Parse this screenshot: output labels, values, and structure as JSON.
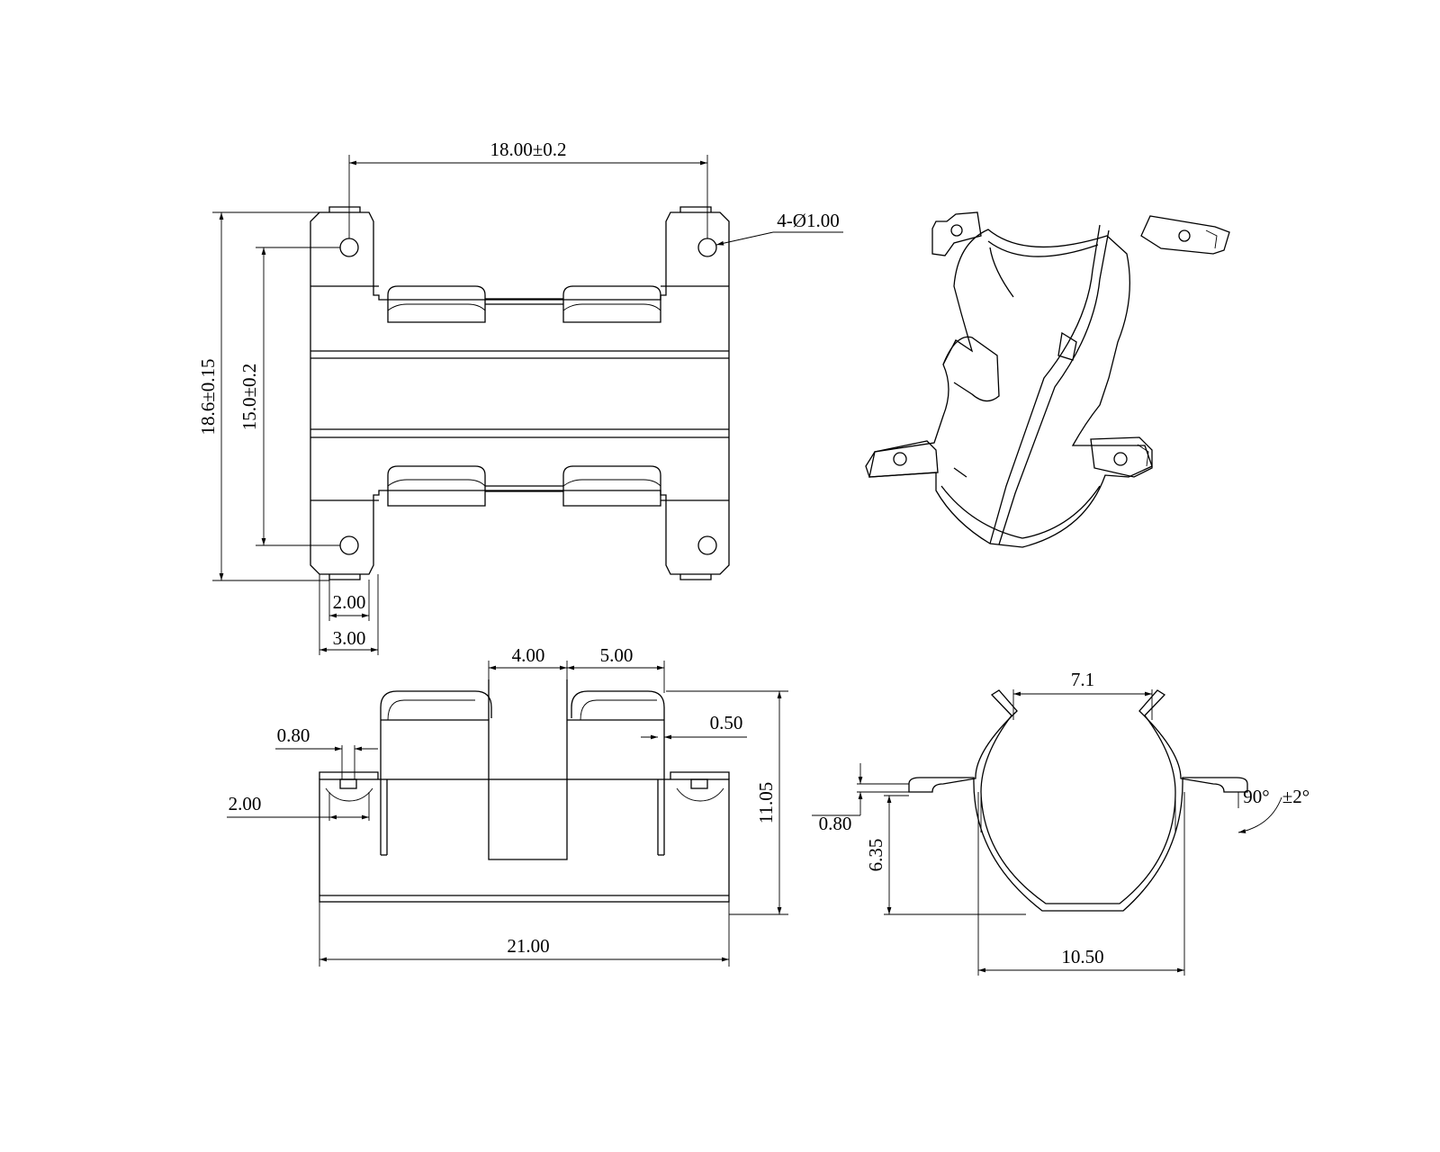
{
  "drawing": {
    "top_view": {
      "dim_hole_pitch": "18.00±0.2",
      "dim_holes": "4-Ø1.00",
      "dim_overall_height": "18.6±0.15",
      "dim_hole_spacing": "15.0±0.2",
      "dim_slot": "2.00",
      "dim_tab": "3.00"
    },
    "front_view": {
      "dim_center_tab": "4.00",
      "dim_side_tab": "5.00",
      "dim_thickness": "0.50",
      "dim_slot_width": "0.80",
      "dim_slot_offset": "2.00",
      "dim_height": "11.05",
      "dim_length": "21.00"
    },
    "end_view": {
      "dim_opening": "7.1",
      "dim_flange_thickness": "0.80",
      "dim_flange_height": "6.35",
      "dim_angle": "90°",
      "dim_angle_tol": "±2°",
      "dim_diameter": "10.50"
    }
  }
}
